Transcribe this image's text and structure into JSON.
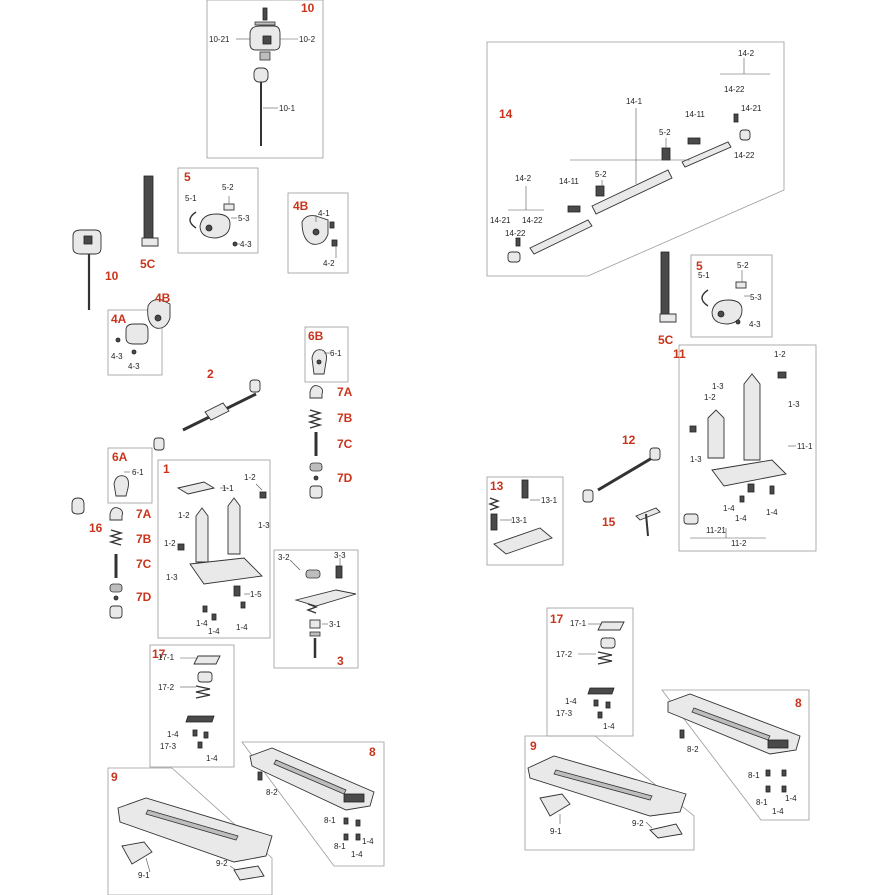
{
  "assemblies": [
    {
      "key": "a10",
      "number": "10",
      "labels": [
        "10-21",
        "10-2",
        "10-1"
      ]
    },
    {
      "key": "a5",
      "number": "5",
      "labels": [
        "5-1",
        "5-2",
        "5-3",
        "4-3"
      ]
    },
    {
      "key": "a4b",
      "number": "4B",
      "labels": [
        "4-1",
        "4-2"
      ]
    },
    {
      "key": "a4a",
      "number": "4A",
      "labels": [
        "4-3",
        "4-3"
      ]
    },
    {
      "key": "a6b",
      "number": "6B",
      "labels": [
        "6-1"
      ]
    },
    {
      "key": "a6a",
      "number": "6A",
      "labels": [
        "6-1"
      ]
    },
    {
      "key": "a1",
      "number": "1",
      "labels": [
        "1-2",
        "1-1",
        "1-2",
        "1-3",
        "1-2",
        "1-3",
        "1-5",
        "1-4",
        "1-4",
        "1-4"
      ]
    },
    {
      "key": "a3",
      "number": "3",
      "labels": [
        "3-2",
        "3-3",
        "3-1"
      ]
    },
    {
      "key": "a17",
      "number": "17",
      "labels": [
        "17-1",
        "17-2",
        "1-4",
        "17-3",
        "1-4"
      ]
    },
    {
      "key": "a9",
      "number": "9",
      "labels": [
        "9-1",
        "9-2"
      ]
    },
    {
      "key": "a8",
      "number": "8",
      "labels": [
        "8-2",
        "8-1",
        "8-1",
        "1-4",
        "1-4"
      ]
    },
    {
      "key": "a14",
      "number": "14",
      "labels": [
        "14-2",
        "14-22",
        "14-21",
        "14-1",
        "14-11",
        "5-2",
        "14-22",
        "14-2",
        "5-2",
        "14-11",
        "14-21",
        "14-22"
      ]
    },
    {
      "key": "r5",
      "number": "5",
      "labels": [
        "5-1",
        "5-2",
        "5-3",
        "4-3"
      ]
    },
    {
      "key": "a11",
      "number": "11",
      "labels": [
        "1-2",
        "1-3",
        "1-2",
        "1-3",
        "11-1",
        "1-3",
        "1-4",
        "1-4",
        "1-4",
        "11-21",
        "11-2"
      ]
    },
    {
      "key": "a13",
      "number": "13",
      "labels": [
        "13-1",
        "13-1"
      ]
    },
    {
      "key": "r17",
      "number": "17",
      "labels": [
        "17-1",
        "17-2",
        "1-4",
        "17-3",
        "1-4"
      ]
    },
    {
      "key": "r9",
      "number": "9",
      "labels": [
        "9-1",
        "9-2"
      ]
    },
    {
      "key": "r8",
      "number": "8",
      "labels": [
        "8-2",
        "8-1",
        "8-1",
        "1-4",
        "1-4"
      ]
    }
  ],
  "loose_parts": [
    {
      "key": "p10",
      "number": "10"
    },
    {
      "key": "p5c",
      "number": "5C"
    },
    {
      "key": "p2",
      "number": "2"
    },
    {
      "key": "p7a",
      "number": "7A"
    },
    {
      "key": "p7b",
      "number": "7B"
    },
    {
      "key": "p7c",
      "number": "7C"
    },
    {
      "key": "p7d",
      "number": "7D"
    },
    {
      "key": "p16",
      "number": "16"
    },
    {
      "key": "q7a",
      "number": "7A"
    },
    {
      "key": "q7b",
      "number": "7B"
    },
    {
      "key": "q7c",
      "number": "7C"
    },
    {
      "key": "q7d",
      "number": "7D"
    },
    {
      "key": "r5c",
      "number": "5C"
    },
    {
      "key": "p12",
      "number": "12"
    },
    {
      "key": "p15",
      "number": "15"
    }
  ]
}
